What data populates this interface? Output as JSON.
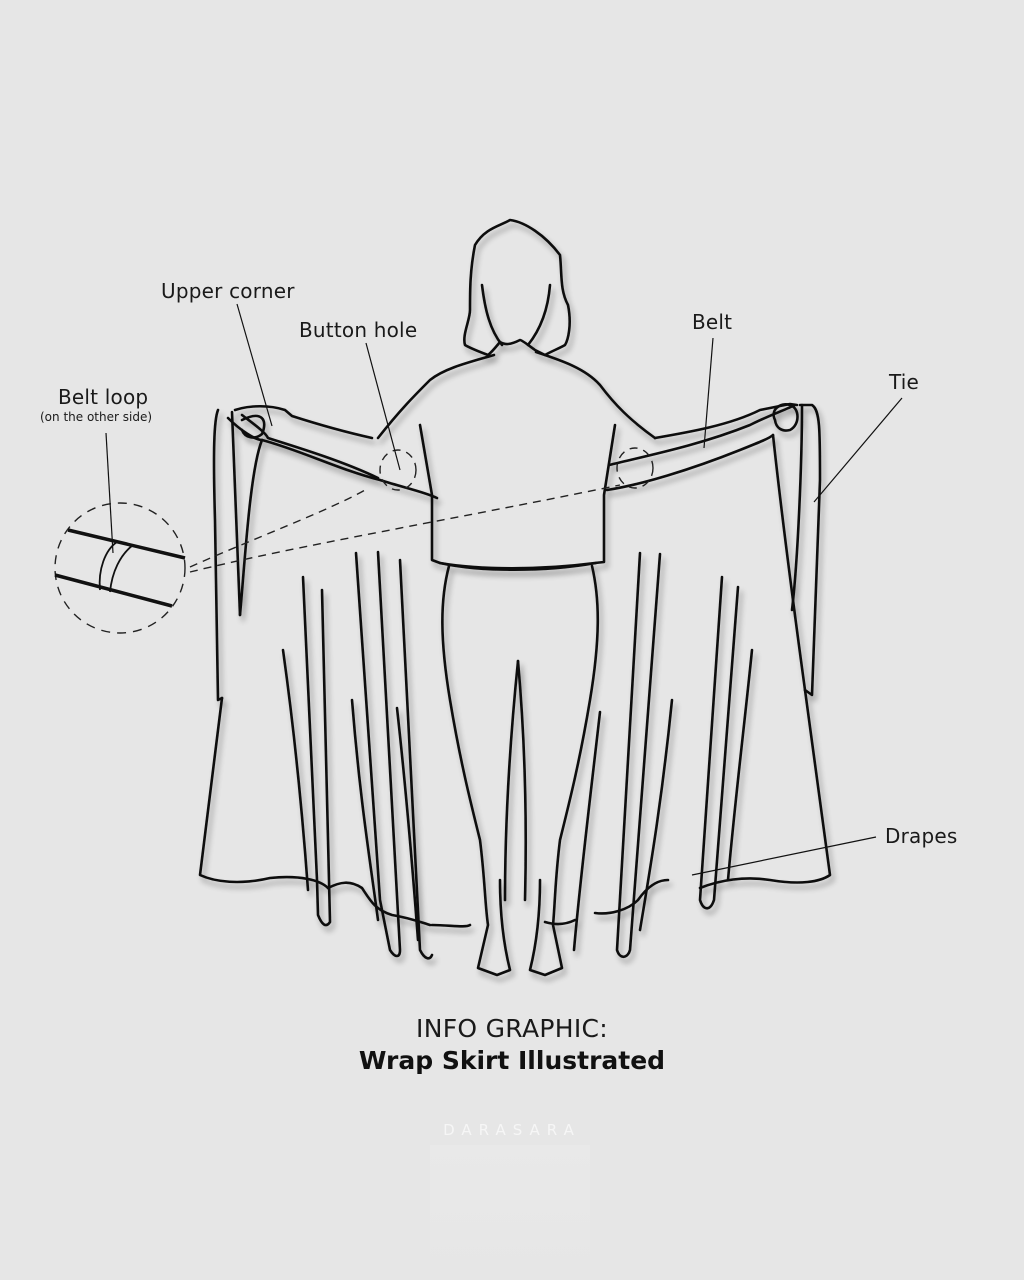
{
  "labels": {
    "upper_corner": "Upper corner",
    "button_hole": "Button hole",
    "belt": "Belt",
    "tie": "Tie",
    "belt_loop": "Belt loop",
    "belt_loop_note": "(on the other side)",
    "drapes": "Drapes"
  },
  "title": {
    "kicker": "INFO GRAPHIC:",
    "main": "Wrap Skirt Illustrated"
  },
  "brand": "DARASARA",
  "colors": {
    "background": "#e6e6e6",
    "line": "#111111",
    "brand_text": "#f6f6f6"
  }
}
